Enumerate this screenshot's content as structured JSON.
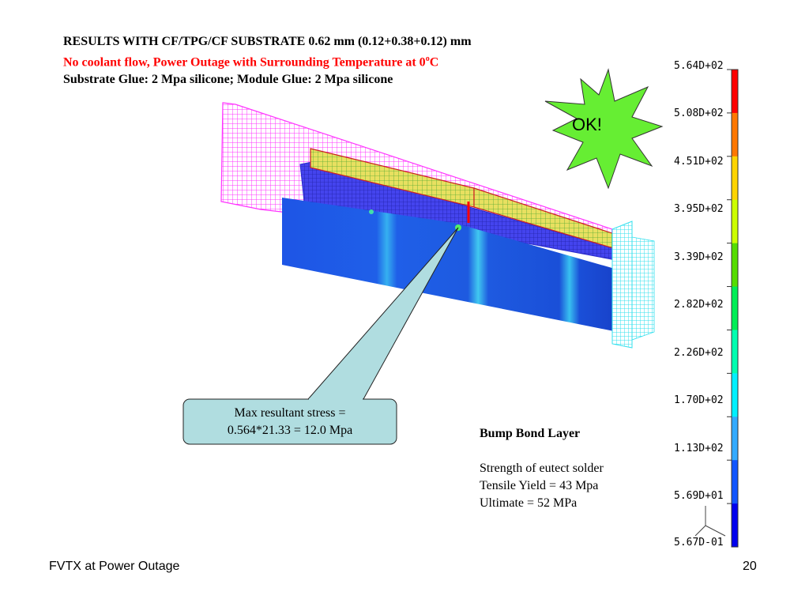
{
  "title": {
    "line1": "RESULTS WITH CF/TPG/CF SUBSTRATE 0.62 mm (0.12+0.38+0.12) mm",
    "line2_prefix": "No coolant flow, Power Outage with Surrounding Temperature at 0",
    "line2_sup": "o",
    "line2_suffix": "C",
    "line3": "Substrate Glue: 2 Mpa silicone;  Module Glue: 2 Mpa silicone"
  },
  "colors": {
    "title_red": "#ff0000",
    "starburst": "#66ee33",
    "callout_fill": "#b0dde0",
    "model_blue": "#1f5fe8",
    "mesh_magenta": "#ff33ff",
    "mesh_cyan": "#33e0ee"
  },
  "ok_label": "OK!",
  "colorbar": {
    "labels": [
      "5.64D+02",
      "5.08D+02",
      "4.51D+02",
      "3.95D+02",
      "3.39D+02",
      "2.82D+02",
      "2.26D+02",
      "1.70D+02",
      "1.13D+02",
      "5.69D+01",
      "5.67D-01"
    ],
    "band_colors": [
      "#ff0000",
      "#ff7700",
      "#ffd400",
      "#ccff00",
      "#55dd00",
      "#00ee55",
      "#00ffb0",
      "#00f0ff",
      "#33aaff",
      "#1155ff",
      "#0000ee"
    ]
  },
  "callout": {
    "line1": "Max resultant stress =",
    "line2": "0.564*21.33 = 12.0 Mpa"
  },
  "bump_bond": {
    "heading": "Bump Bond Layer",
    "line1": "Strength of eutect solder",
    "line2": "Tensile Yield = 43 Mpa",
    "line3": "Ultimate = 52 MPa"
  },
  "footer": {
    "left": "FVTX at Power Outage",
    "page_number": "20"
  }
}
